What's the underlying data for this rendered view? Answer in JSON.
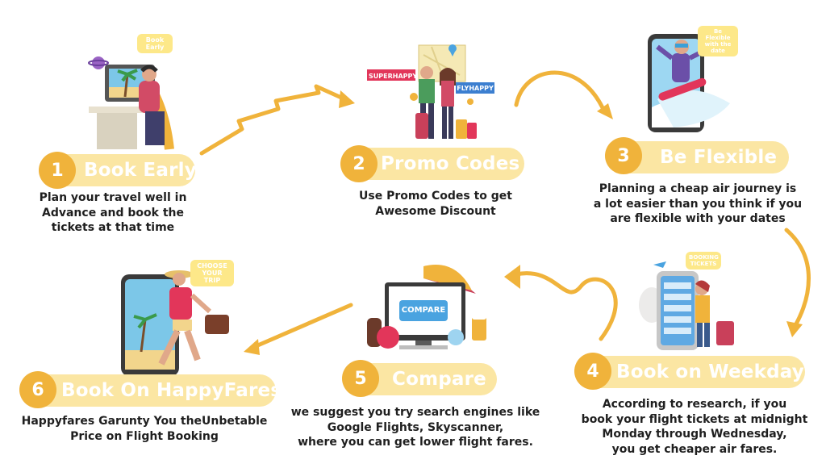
{
  "colors": {
    "accent": "#f0b33b",
    "pill": "#fbe6a3",
    "text": "#1f1f1f",
    "arrow": "#f0b33b"
  },
  "steps": [
    {
      "number": "1",
      "title": "Book Early",
      "desc": [
        "Plan your travel well in",
        "Advance and book the",
        "tickets at that time"
      ],
      "badge": [
        "Book",
        "Early"
      ]
    },
    {
      "number": "2",
      "title": "Promo Codes",
      "desc": [
        "Use Promo Codes to get",
        "Awesome Discount"
      ],
      "tags": [
        "SUPERHAPPY",
        "FLYHAPPY"
      ]
    },
    {
      "number": "3",
      "title": "Be Flexible",
      "desc": [
        "Planning a cheap air journey is",
        "a lot easier than you think if you",
        "are flexible with your dates"
      ],
      "badge": [
        "Be Flexible",
        "with the date"
      ]
    },
    {
      "number": "4",
      "title": "Book on Weekdays",
      "desc": [
        "According to research, if you",
        "book your flight tickets at midnight",
        "Monday through Wednesday,",
        "you get cheaper air fares."
      ],
      "badge": [
        "BOOKING",
        "TICKETS"
      ]
    },
    {
      "number": "5",
      "title": "Compare",
      "desc": [
        "we suggest you try search engines like",
        "Google Flights, Skyscanner,",
        "where you can get lower flight fares."
      ],
      "screen_label": "COMPARE"
    },
    {
      "number": "6",
      "title": "Book On HappyFares",
      "desc": [
        "Happyfares Garunty You theUnbetable",
        "Price on Flight Booking"
      ],
      "badge": [
        "CHOOSE",
        "YOUR TRIP"
      ]
    }
  ]
}
